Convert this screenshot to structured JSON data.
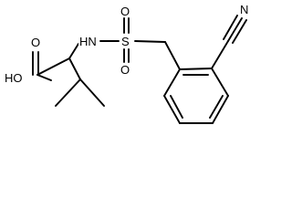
{
  "molecule": {
    "atom_labels": {
      "hydroxyl": "HO",
      "carbonyl_oxygen": "O",
      "amine": "HN",
      "sulfur": "S",
      "sulfonyl_oxygen_top": "O",
      "sulfonyl_oxygen_bottom": "O",
      "nitrile_nitrogen": "N"
    }
  }
}
